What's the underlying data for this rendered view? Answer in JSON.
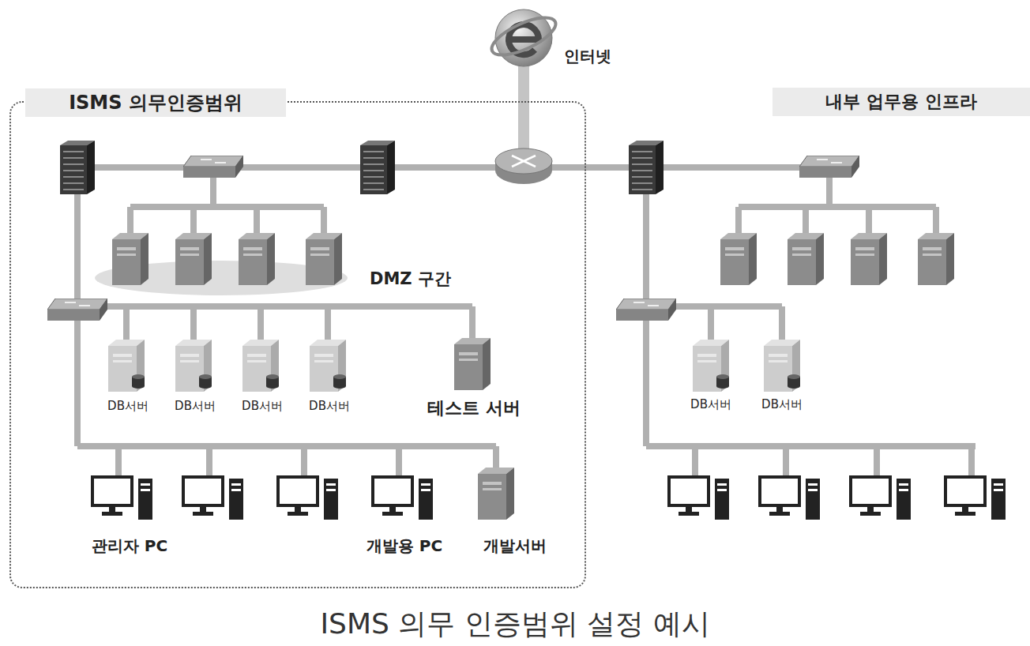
{
  "diagram": {
    "caption": "ISMS 의무 인증범위 설정 예시",
    "nodes": [
      {
        "text": [
          "ISMS 의무인증범위"
        ]
      },
      {
        "text": [
          "인터넷"
        ]
      },
      {
        "text": [
          "내부 업무용 인프라"
        ]
      },
      {
        "text": [
          "DB서버"
        ],
        "in": 0
      },
      {
        "text": [
          "DB서버"
        ],
        "in": 0
      },
      {
        "text": [
          "DB서버"
        ],
        "in": 0
      },
      {
        "text": [
          "DB서버"
        ],
        "in": 0
      },
      {
        "text": [
          "테스트 서버"
        ],
        "in": 0
      },
      {
        "text": [
          "관리자 PC"
        ],
        "in": 0
      },
      {
        "text": [
          "개발용 PC"
        ],
        "in": 0
      },
      {
        "text": [
          "개발서버"
        ],
        "in": 0
      },
      {
        "text": [
          "DB서버"
        ]
      },
      {
        "text": [
          "DB서버"
        ]
      }
    ],
    "labels": [
      "DMZ 구간"
    ]
  }
}
